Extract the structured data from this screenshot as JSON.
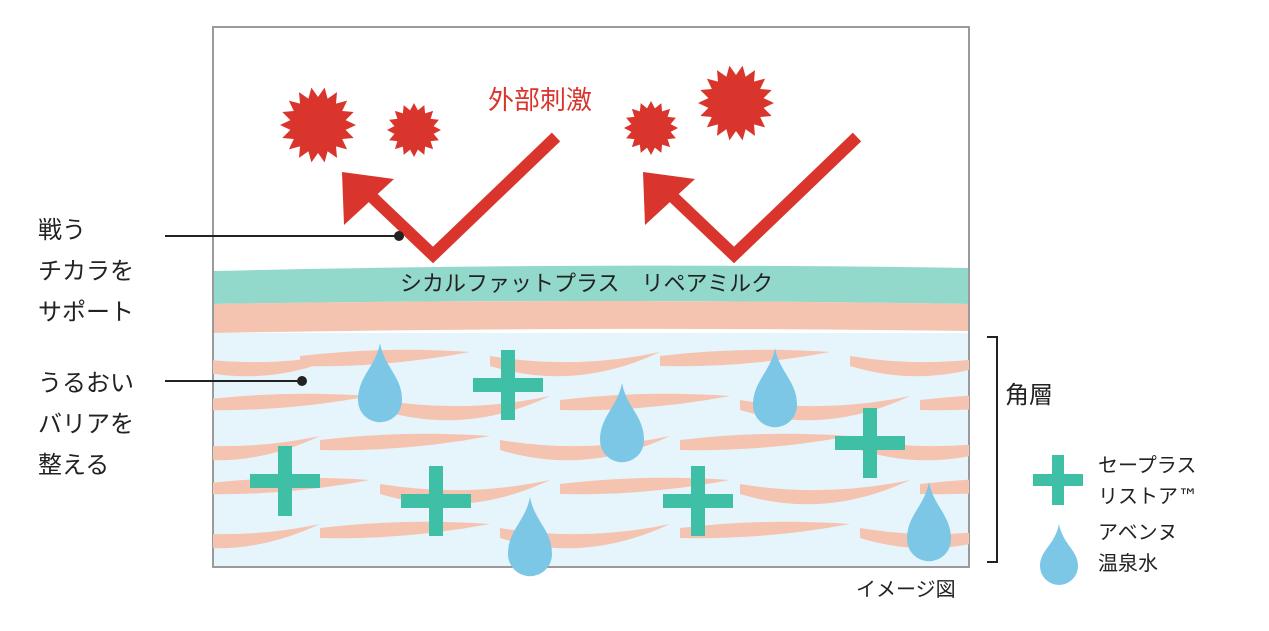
{
  "title": "外部刺激",
  "labels": {
    "barrier_products": "シカルファットプラス　リペアミルク",
    "stratum": "角層",
    "caption": "イメージ図"
  },
  "callouts": {
    "fight_line1": "戦う",
    "fight_line2": "チカラを",
    "fight_line3": "サポート",
    "moist_line1": "うるおい",
    "moist_line2": "バリアを",
    "moist_line3": "整える"
  },
  "legend": {
    "cross_line1": "セープラス",
    "cross_line2": "リストア™",
    "drop_line1": "アベンヌ",
    "drop_line2": "温泉水"
  },
  "colors": {
    "irritant_red": "#d9352c",
    "barrier_teal": "#92d9cb",
    "skin_pink": "#f5c4b1",
    "layer_blue": "#e6f4fb",
    "cross_teal": "#3fbfa6",
    "drop_blue": "#7cc6e6",
    "frame_gray": "#9a9a9a"
  },
  "icons": [
    "irritant-burst-icon",
    "deflect-arrow-icon",
    "plus-cross-icon",
    "water-drop-icon"
  ]
}
